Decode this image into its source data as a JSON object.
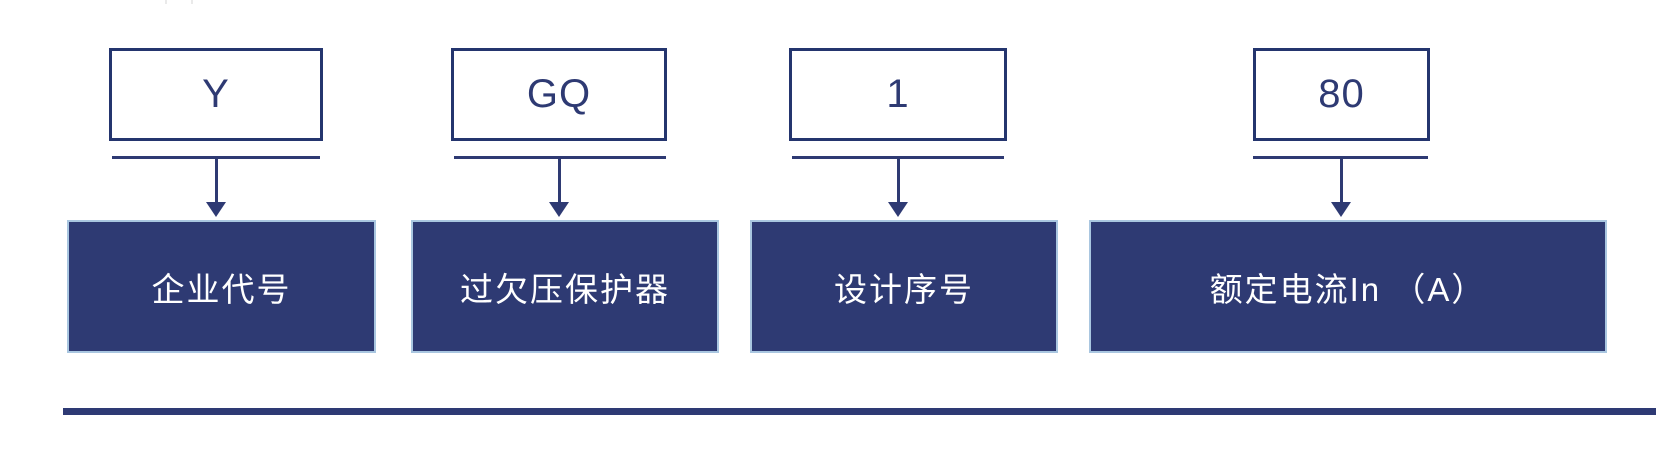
{
  "diagram": {
    "description": "Model designation breakdown diagram (Y GQ 1 80)",
    "columns": [
      {
        "code": "Y",
        "label": "企业代号"
      },
      {
        "code": "GQ",
        "label": "过欠压保护器"
      },
      {
        "code": "1",
        "label": "设计序号"
      },
      {
        "code": "80",
        "label": "额定电流In （A）"
      }
    ],
    "colors": {
      "navy": "#2e3a73",
      "box_border": "#24356e",
      "bar_fill": "#2e3a73",
      "bar_border": "#a9c6e0",
      "text_on_bar": "#ffffff",
      "rule": "#2e3a74"
    }
  }
}
